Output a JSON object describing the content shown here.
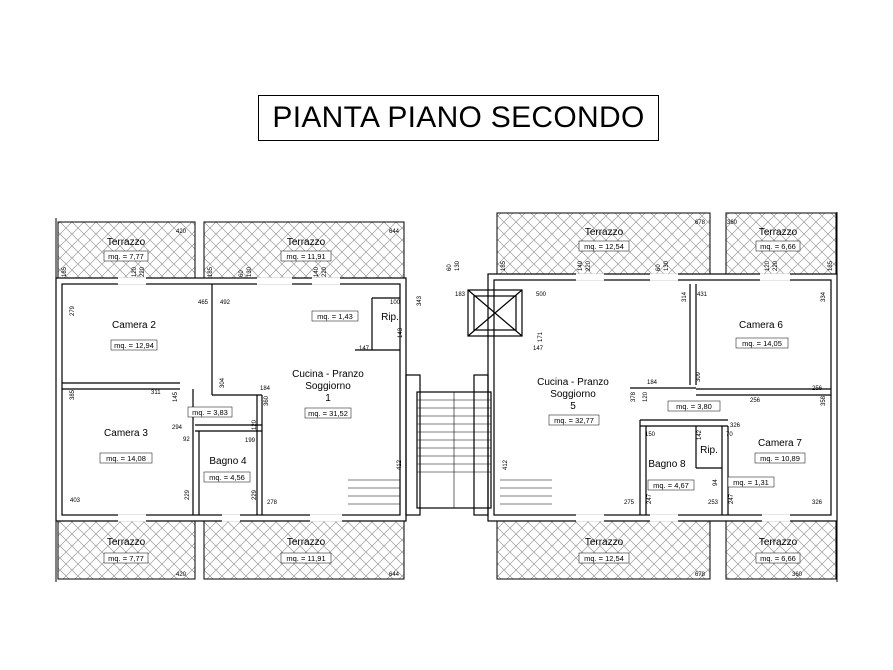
{
  "title": "PIANTA PIANO SECONDO",
  "rooms": [
    {
      "id": "terrazzo-tl1",
      "name": "Terrazzo",
      "area": "mq. = 7,77"
    },
    {
      "id": "terrazzo-tl2",
      "name": "Terrazzo",
      "area": "mq. = 11,91"
    },
    {
      "id": "terrazzo-tr1",
      "name": "Terrazzo",
      "area": "mq. = 12,54"
    },
    {
      "id": "terrazzo-tr2",
      "name": "Terrazzo",
      "area": "mq. = 6,66"
    },
    {
      "id": "camera-2",
      "name": "Camera 2",
      "area": "mq. = 12,94"
    },
    {
      "id": "rip-1",
      "name": "Rip.",
      "area": "mq. = 1,43"
    },
    {
      "id": "cucina-1",
      "name": "Cucina - Pranzo",
      "name2": "Soggiorno",
      "name3": "1",
      "area": "mq. = 31,52"
    },
    {
      "id": "disimpegno-1",
      "name": "",
      "area": "mq. = 3,83"
    },
    {
      "id": "camera-3",
      "name": "Camera 3",
      "area": "mq. = 14,08"
    },
    {
      "id": "bagno-4",
      "name": "Bagno 4",
      "area": "mq. = 4,56"
    },
    {
      "id": "camera-6",
      "name": "Camera 6",
      "area": "mq. = 14,05"
    },
    {
      "id": "cucina-5",
      "name": "Cucina - Pranzo",
      "name2": "Soggiorno",
      "name3": "5",
      "area": "mq. = 32,77"
    },
    {
      "id": "disimpegno-5",
      "name": "",
      "area": "mq. = 3,80"
    },
    {
      "id": "bagno-8",
      "name": "Bagno 8",
      "area": "mq. = 4,67"
    },
    {
      "id": "rip-2",
      "name": "Rip.",
      "area": "mq. = 1,31"
    },
    {
      "id": "camera-7",
      "name": "Camera 7",
      "area": "mq. = 10,89"
    },
    {
      "id": "terrazzo-bl1",
      "name": "Terrazzo",
      "area": "mq. = 7,77"
    },
    {
      "id": "terrazzo-bl2",
      "name": "Terrazzo",
      "area": "mq. = 11,91"
    },
    {
      "id": "terrazzo-br1",
      "name": "Terrazzo",
      "area": "mq. = 12,54"
    },
    {
      "id": "terrazzo-br2",
      "name": "Terrazzo",
      "area": "mq. = 6,66"
    }
  ],
  "dimensions": [
    "420",
    "644",
    "678",
    "360",
    "185",
    "185",
    "185",
    "185",
    "120",
    "220",
    "60",
    "130",
    "140",
    "220",
    "60",
    "130",
    "140",
    "220",
    "60",
    "130",
    "120",
    "220",
    "279",
    "465",
    "492",
    "100",
    "343",
    "183",
    "500",
    "171",
    "314",
    "431",
    "334",
    "147",
    "147",
    "143",
    "304",
    "184",
    "311",
    "145",
    "120",
    "360",
    "92",
    "294",
    "199",
    "403",
    "229",
    "229",
    "278",
    "412",
    "412",
    "385",
    "378",
    "120",
    "184",
    "309",
    "256",
    "256",
    "326",
    "358",
    "150",
    "142",
    "70",
    "94",
    "247",
    "247",
    "253",
    "275",
    "326",
    "420",
    "644",
    "678",
    "360"
  ],
  "colors": {
    "line": "#000000",
    "hatch": "#9a9a9a",
    "background": "#ffffff"
  }
}
